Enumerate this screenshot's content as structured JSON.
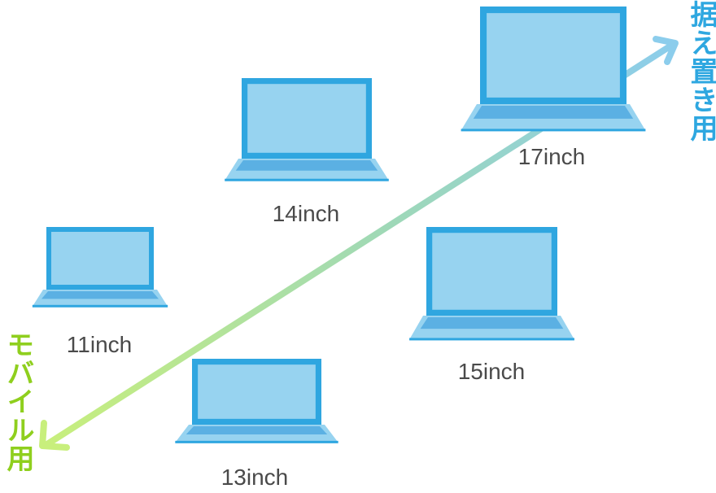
{
  "colors": {
    "screen_frame": "#2fa6e0",
    "screen_inner": "#97d3f0",
    "keyboard": "#5bb0e3",
    "base": "#97d3f0",
    "label_text": "#4a4a4a",
    "desktop_label": "#2ea7e0",
    "mobile_label": "#8fcf1e",
    "arrow_start": "#c8ef7c",
    "arrow_end": "#8ccdec"
  },
  "laptops": [
    {
      "label": "11inch"
    },
    {
      "label": "13inch"
    },
    {
      "label": "14inch"
    },
    {
      "label": "15inch"
    },
    {
      "label": "17inch"
    }
  ],
  "axis": {
    "desktop_label": "据え置き用",
    "mobile_label": "モバイル用"
  }
}
